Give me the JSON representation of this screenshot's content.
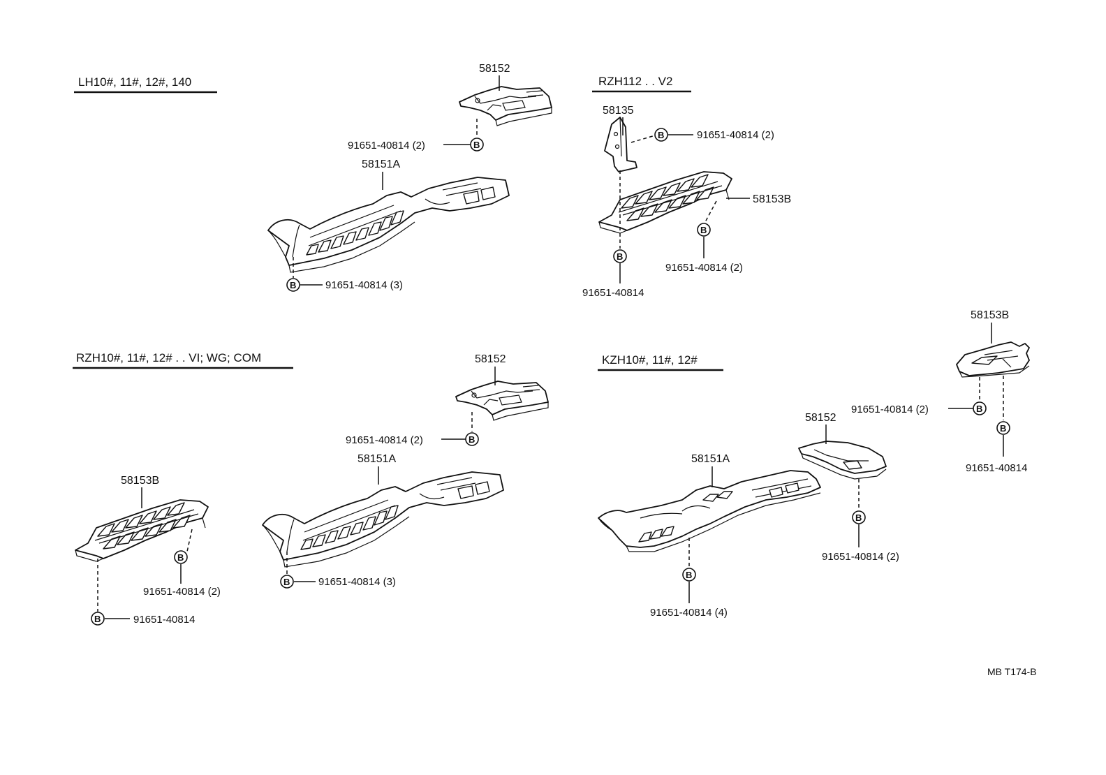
{
  "sections": {
    "lh": {
      "header": "LH10#, 11#, 12#, 140"
    },
    "rzh112": {
      "header": "RZH112 . . V2"
    },
    "rzh10": {
      "header": "RZH10#, 11#, 12# . . VI; WG; COM"
    },
    "kzh": {
      "header": "KZH10#, 11#, 12#"
    }
  },
  "parts": {
    "p58152": "58152",
    "p58151A": "58151A",
    "p58153B": "58153B",
    "p58135": "58135"
  },
  "bolts": {
    "symbol": "B",
    "b_x2": "91651-40814 (2)",
    "b_x3": "91651-40814 (3)",
    "b_x4": "91651-40814 (4)",
    "b_single": "91651-40814"
  },
  "figure_ref": "MB T174-B"
}
